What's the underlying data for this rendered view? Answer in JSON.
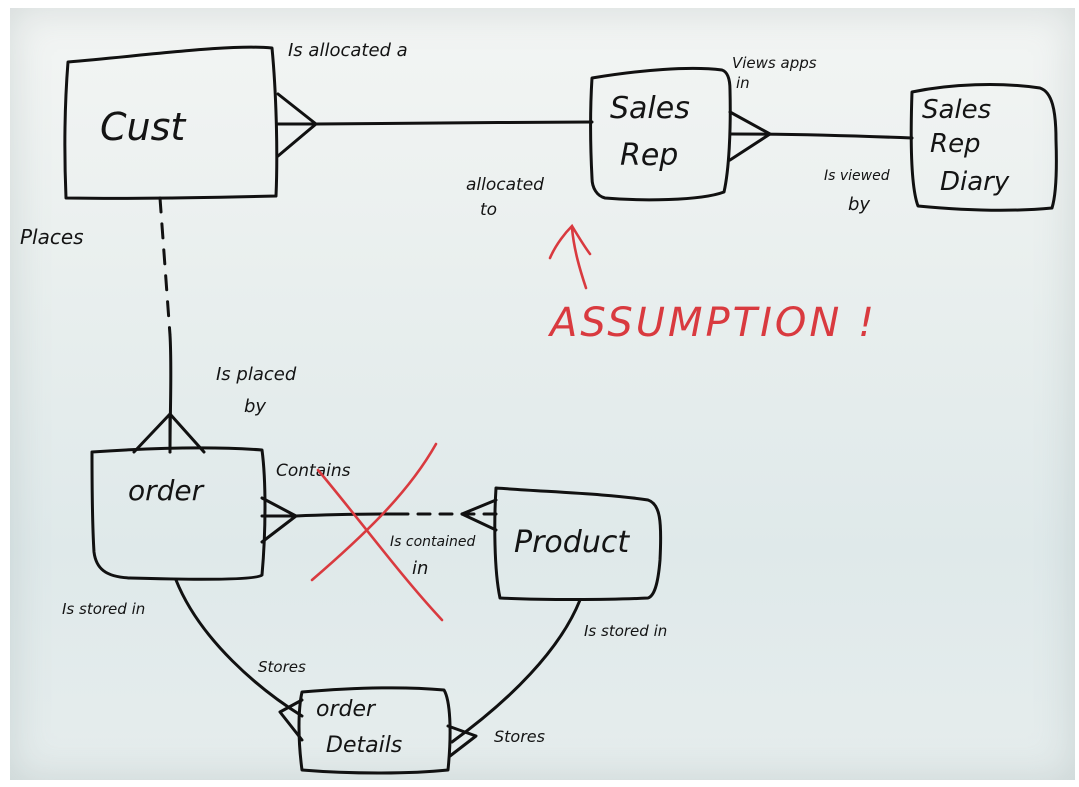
{
  "entities": {
    "cust": "Cust",
    "sales_rep": [
      "Sales",
      "Rep"
    ],
    "sales_rep_diary": [
      "Sales",
      "Rep",
      "Diary"
    ],
    "order": "order",
    "product": "Product",
    "order_details": [
      "order",
      "Details"
    ]
  },
  "relationships": {
    "is_allocated_a": "Is allocated a",
    "allocated_to": [
      "allocated",
      "to"
    ],
    "views_apps_in": [
      "Views apps",
      "in"
    ],
    "is_viewed_by": [
      "Is viewed",
      "by"
    ],
    "places": "Places",
    "is_placed_by": [
      "Is placed",
      "by"
    ],
    "contains": "Contains",
    "is_contained_in": [
      "Is contained",
      "in"
    ],
    "is_stored_in_left": "Is stored in",
    "is_stored_in_right": "Is stored in",
    "stores_left": "Stores",
    "stores_right": "Stores"
  },
  "annotation": {
    "text": "ASSUMPTION !"
  },
  "colors": {
    "ink": "#111111",
    "marker_red": "#d93a3f",
    "board": "#e6eded"
  }
}
